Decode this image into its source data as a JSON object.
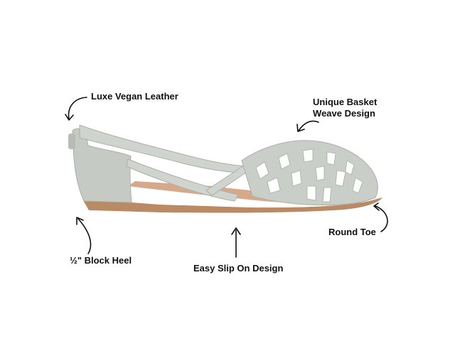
{
  "callouts": {
    "leather": "Luxe Vegan Leather",
    "basket_line1": "Unique Basket",
    "basket_line2": "Weave Design",
    "toe": "Round Toe",
    "heel": "½\" Block Heel",
    "slip_on": "Easy Slip On Design"
  },
  "colors": {
    "background": "#ffffff",
    "shoe_upper": "#c9cec8",
    "shoe_shadow": "#a9b0a8",
    "insole": "#d6a98a",
    "sole": "#b98a63",
    "text": "#111111"
  },
  "icons": [
    "curved-arrow-icon",
    "straight-arrow-icon"
  ]
}
